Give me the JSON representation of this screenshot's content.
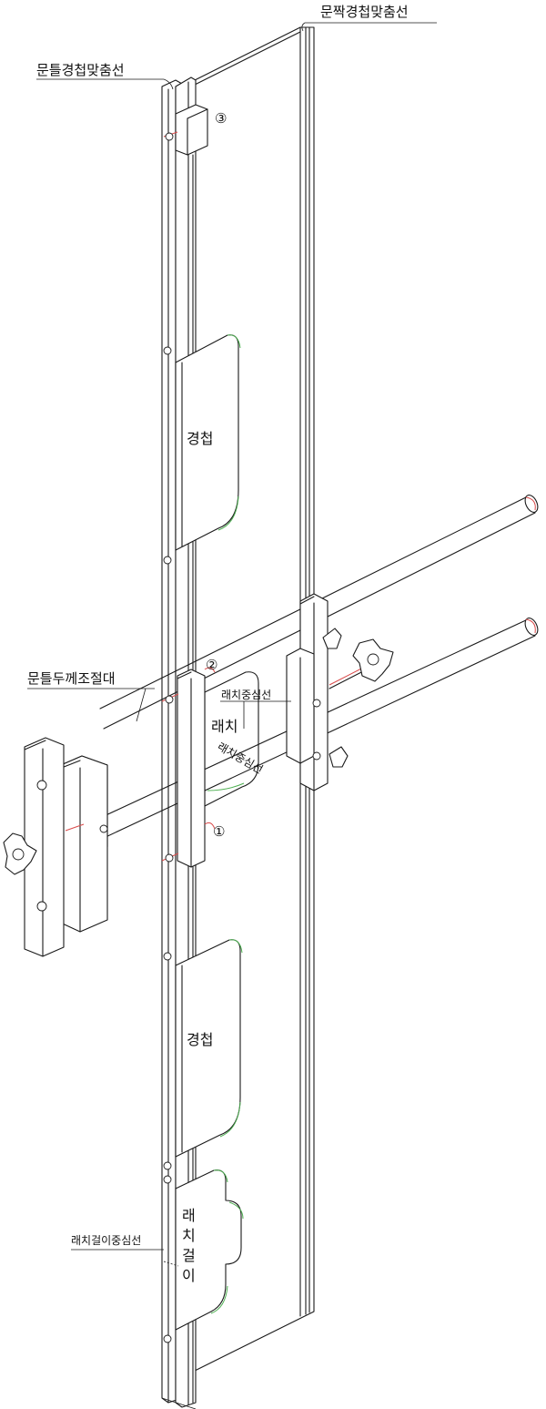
{
  "labels": {
    "door_hinge_line": "문짝경첩맞춤선",
    "frame_hinge_line": "문틀경첩맞춤선",
    "frame_thickness_adjust": "문틀두께조절대",
    "latch_center_line_1": "래치중심선",
    "latch": "래치",
    "latch_center_line_2": "래치중심선",
    "hinge_top": "경첩",
    "hinge_bottom": "경첩",
    "strike_center_line": "래치걸이중심선",
    "strike_chars": [
      "래",
      "치",
      "걸",
      "이"
    ],
    "num_1": "①",
    "num_2": "②",
    "num_3": "③"
  },
  "colors": {
    "line": "#1a1a1a",
    "accent_red": "#d94a4a",
    "accent_green": "#4caf50"
  }
}
